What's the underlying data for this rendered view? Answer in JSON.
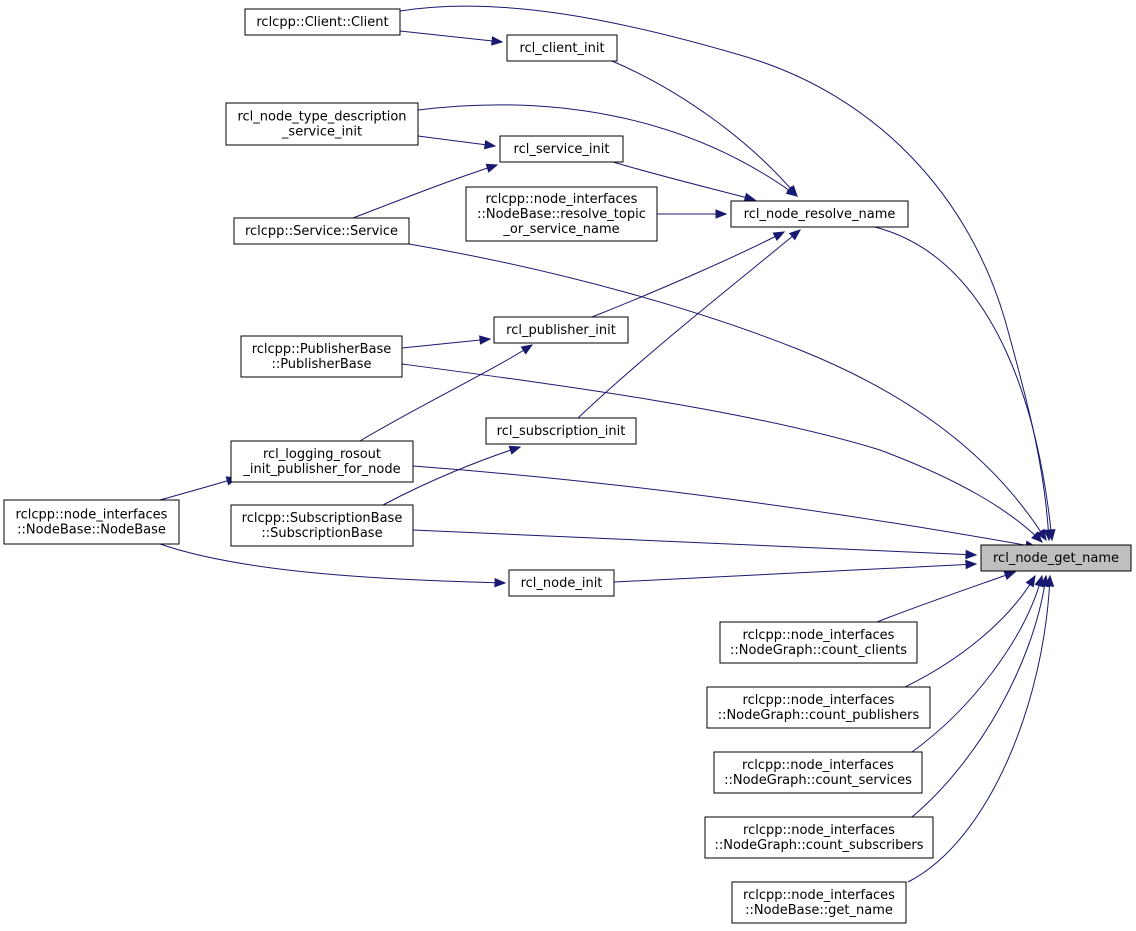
{
  "graph": {
    "focus_node": "rcl_node_get_name",
    "colors": {
      "edge": "#191970",
      "node_border": "#000000",
      "focus_fill": "#bfbfbf",
      "node_fill": "#ffffff"
    },
    "nodes": [
      {
        "id": "get_name",
        "lines": [
          "rcl_node_get_name"
        ],
        "focus": true
      },
      {
        "id": "client_client",
        "lines": [
          "rclcpp::Client::Client"
        ]
      },
      {
        "id": "client_init",
        "lines": [
          "rcl_client_init"
        ]
      },
      {
        "id": "type_desc",
        "lines": [
          "rcl_node_type_description",
          "_service_init"
        ]
      },
      {
        "id": "service_init",
        "lines": [
          "rcl_service_init"
        ]
      },
      {
        "id": "resolve_topic",
        "lines": [
          "rclcpp::node_interfaces",
          "::NodeBase::resolve_topic",
          "_or_service_name"
        ]
      },
      {
        "id": "resolve_name",
        "lines": [
          "rcl_node_resolve_name"
        ]
      },
      {
        "id": "service_service",
        "lines": [
          "rclcpp::Service::Service"
        ]
      },
      {
        "id": "publisher_init",
        "lines": [
          "rcl_publisher_init"
        ]
      },
      {
        "id": "publisher_base",
        "lines": [
          "rclcpp::PublisherBase",
          "::PublisherBase"
        ]
      },
      {
        "id": "subscription_init",
        "lines": [
          "rcl_subscription_init"
        ]
      },
      {
        "id": "rosout",
        "lines": [
          "rcl_logging_rosout",
          "_init_publisher_for_node"
        ]
      },
      {
        "id": "nodebase",
        "lines": [
          "rclcpp::node_interfaces",
          "::NodeBase::NodeBase"
        ]
      },
      {
        "id": "subscription_base",
        "lines": [
          "rclcpp::SubscriptionBase",
          "::SubscriptionBase"
        ]
      },
      {
        "id": "node_init",
        "lines": [
          "rcl_node_init"
        ]
      },
      {
        "id": "count_clients",
        "lines": [
          "rclcpp::node_interfaces",
          "::NodeGraph::count_clients"
        ]
      },
      {
        "id": "count_publishers",
        "lines": [
          "rclcpp::node_interfaces",
          "::NodeGraph::count_publishers"
        ]
      },
      {
        "id": "count_services",
        "lines": [
          "rclcpp::node_interfaces",
          "::NodeGraph::count_services"
        ]
      },
      {
        "id": "count_subscribers",
        "lines": [
          "rclcpp::node_interfaces",
          "::NodeGraph::count_subscribers"
        ]
      },
      {
        "id": "nodebase_get_name",
        "lines": [
          "rclcpp::node_interfaces",
          "::NodeBase::get_name"
        ]
      }
    ],
    "edges": [
      {
        "from": "client_client",
        "to": "get_name"
      },
      {
        "from": "client_client",
        "to": "client_init"
      },
      {
        "from": "client_init",
        "to": "resolve_name"
      },
      {
        "from": "type_desc",
        "to": "resolve_name"
      },
      {
        "from": "type_desc",
        "to": "service_init"
      },
      {
        "from": "service_init",
        "to": "resolve_name"
      },
      {
        "from": "resolve_topic",
        "to": "resolve_name"
      },
      {
        "from": "resolve_name",
        "to": "get_name"
      },
      {
        "from": "service_service",
        "to": "service_init"
      },
      {
        "from": "service_service",
        "to": "get_name"
      },
      {
        "from": "publisher_init",
        "to": "resolve_name"
      },
      {
        "from": "publisher_base",
        "to": "publisher_init"
      },
      {
        "from": "publisher_base",
        "to": "get_name"
      },
      {
        "from": "subscription_init",
        "to": "resolve_name"
      },
      {
        "from": "rosout",
        "to": "publisher_init"
      },
      {
        "from": "rosout",
        "to": "get_name"
      },
      {
        "from": "nodebase",
        "to": "rosout"
      },
      {
        "from": "nodebase",
        "to": "node_init"
      },
      {
        "from": "subscription_base",
        "to": "subscription_init"
      },
      {
        "from": "subscription_base",
        "to": "get_name"
      },
      {
        "from": "node_init",
        "to": "get_name"
      },
      {
        "from": "count_clients",
        "to": "get_name"
      },
      {
        "from": "count_publishers",
        "to": "get_name"
      },
      {
        "from": "count_services",
        "to": "get_name"
      },
      {
        "from": "count_subscribers",
        "to": "get_name"
      },
      {
        "from": "nodebase_get_name",
        "to": "get_name"
      }
    ]
  }
}
